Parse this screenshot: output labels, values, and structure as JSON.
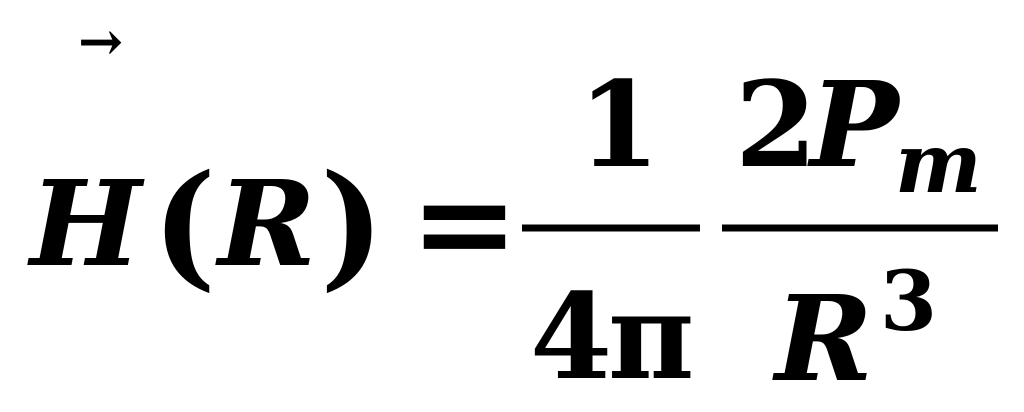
{
  "formula": {
    "lhs": {
      "symbol": "H",
      "open_paren": "(",
      "argument": "R",
      "close_paren": ")",
      "vector_arrow": "→"
    },
    "equals": "=",
    "fraction_1": {
      "numerator": "1",
      "denominator_coefficient": "4",
      "denominator_symbol": "π"
    },
    "fraction_2": {
      "numerator_coefficient": "2",
      "numerator_symbol": "P",
      "numerator_subscript": "m",
      "denominator_symbol": "R",
      "denominator_exponent": "3"
    }
  }
}
